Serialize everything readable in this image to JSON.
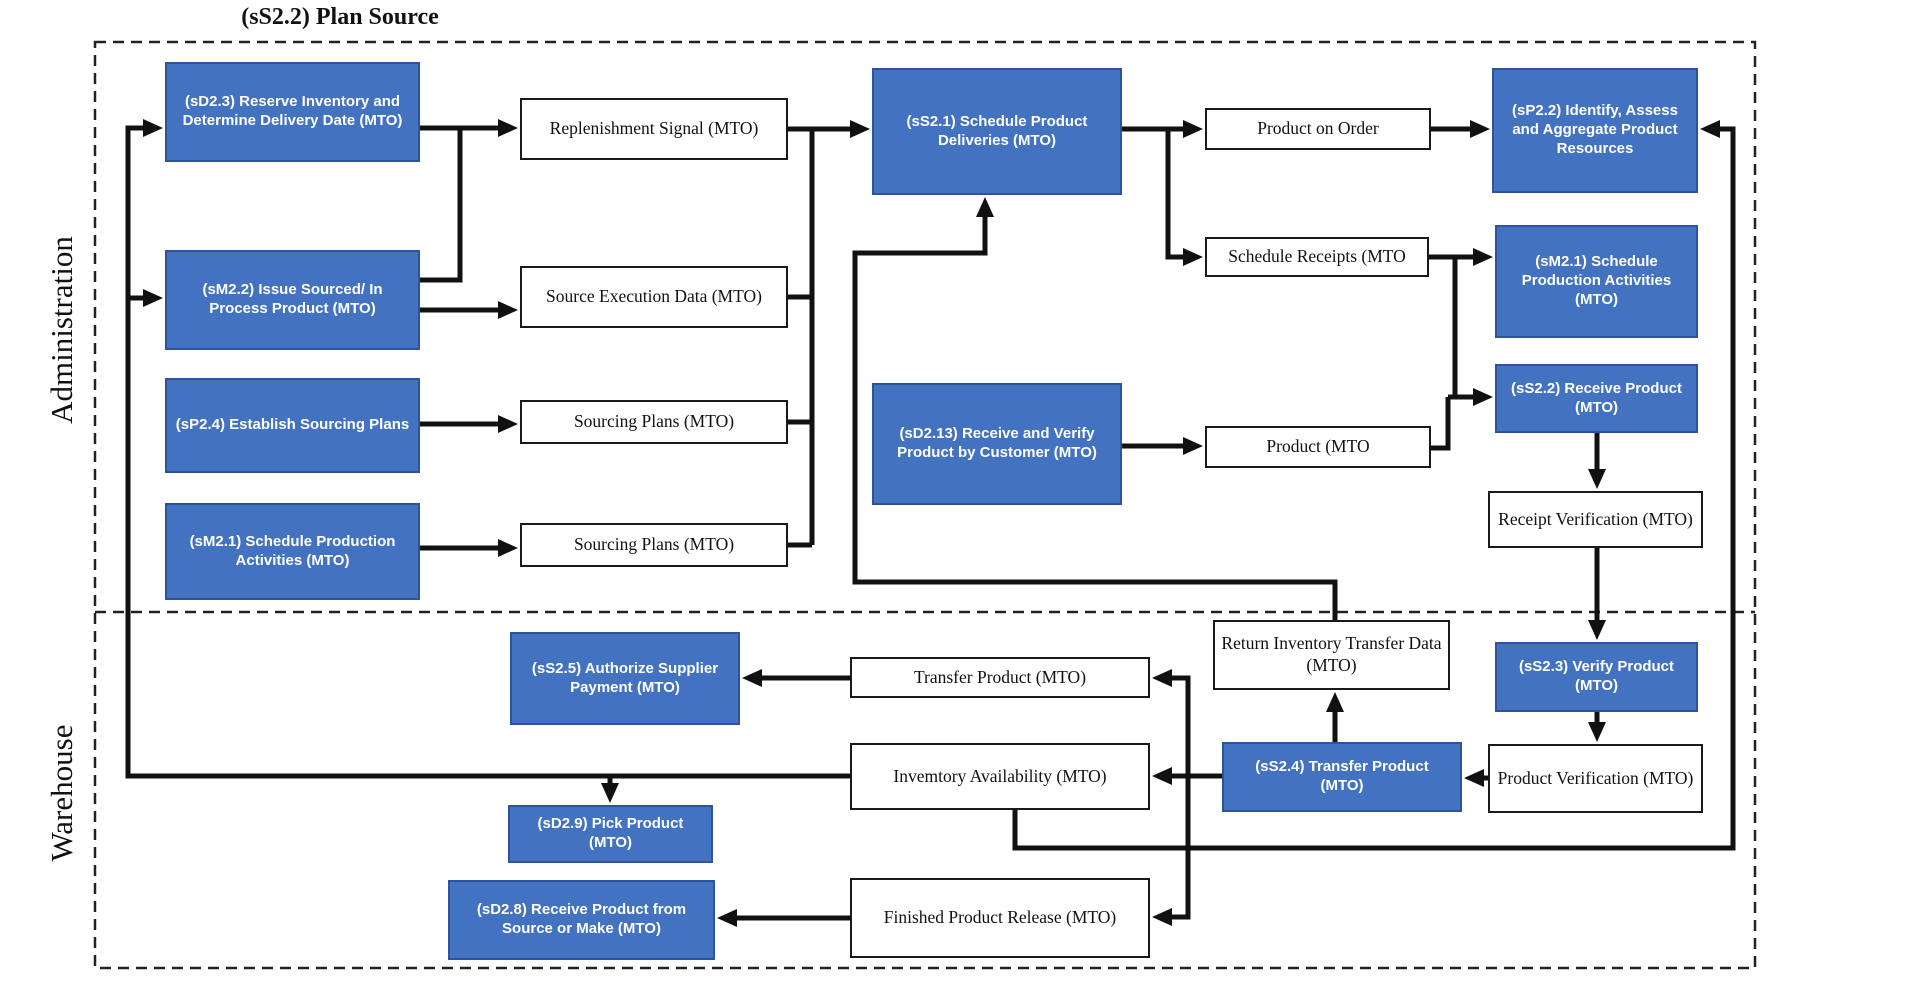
{
  "title": "(sS2.2) Plan Source",
  "lanes": [
    {
      "id": "administration",
      "label": "Administration"
    },
    {
      "id": "warehouse",
      "label": "Warehouse"
    }
  ],
  "colors": {
    "process_fill": "#4372c0",
    "process_border": "#2c539b",
    "data_fill": "#ffffff",
    "data_border": "#1a1a1a",
    "line": "#111111",
    "lane_border": "#222222"
  },
  "nodes": [
    {
      "id": "sd2-3",
      "kind": "process",
      "label": "(sD2.3) Reserve Inventory and Determine Delivery Date (MTO)"
    },
    {
      "id": "sm2-2",
      "kind": "process",
      "label": "(sM2.2) Issue Sourced/ In Process Product (MTO)"
    },
    {
      "id": "sp2-4",
      "kind": "process",
      "label": "(sP2.4) Establish Sourcing Plans"
    },
    {
      "id": "sm2-1-left",
      "kind": "process",
      "label": "(sM2.1) Schedule Production Activities (MTO)"
    },
    {
      "id": "replenishment-signal",
      "kind": "data",
      "label": "Replenishment Signal (MTO)"
    },
    {
      "id": "source-execution-data",
      "kind": "data",
      "label": "Source Execution Data (MTO)"
    },
    {
      "id": "sourcing-plans-1",
      "kind": "data",
      "label": "Sourcing Plans (MTO)"
    },
    {
      "id": "sourcing-plans-2",
      "kind": "data",
      "label": "Sourcing Plans (MTO)"
    },
    {
      "id": "ss2-1",
      "kind": "process",
      "label": "(sS2.1) Schedule Product Deliveries (MTO)"
    },
    {
      "id": "sd2-13",
      "kind": "process",
      "label": "(sD2.13) Receive and Verify Product by Customer (MTO)"
    },
    {
      "id": "product-on-order",
      "kind": "data",
      "label": "Product on Order"
    },
    {
      "id": "schedule-receipts",
      "kind": "data",
      "label": "Schedule Receipts (MTO"
    },
    {
      "id": "product-mto",
      "kind": "data",
      "label": "Product (MTO"
    },
    {
      "id": "sp2-2",
      "kind": "process",
      "label": "(sP2.2) Identify, Assess and Aggregate Product Resources"
    },
    {
      "id": "sm2-1-right",
      "kind": "process",
      "label": "(sM2.1) Schedule Production Activities (MTO)"
    },
    {
      "id": "ss2-2-receive",
      "kind": "process",
      "label": "(sS2.2) Receive Product (MTO)"
    },
    {
      "id": "receipt-verification",
      "kind": "data",
      "label": "Receipt Verification (MTO)"
    },
    {
      "id": "ss2-3",
      "kind": "process",
      "label": "(sS2.3) Verify Product (MTO)"
    },
    {
      "id": "product-verification",
      "kind": "data",
      "label": "Product Verification (MTO)"
    },
    {
      "id": "return-inventory-transfer-data",
      "kind": "data",
      "label": "Return Inventory Transfer Data (MTO)"
    },
    {
      "id": "ss2-4",
      "kind": "process",
      "label": "(sS2.4) Transfer Product (MTO)"
    },
    {
      "id": "transfer-product",
      "kind": "data",
      "label": "Transfer Product (MTO)"
    },
    {
      "id": "inventory-availability",
      "kind": "data",
      "label": "Invemtory Availability (MTO)"
    },
    {
      "id": "finished-product-release",
      "kind": "data",
      "label": "Finished Product Release (MTO)"
    },
    {
      "id": "ss2-5",
      "kind": "process",
      "label": "(sS2.5) Authorize Supplier Payment (MTO)"
    },
    {
      "id": "sd2-9",
      "kind": "process",
      "label": "(sD2.9) Pick Product (MTO)"
    },
    {
      "id": "sd2-8",
      "kind": "process",
      "label": "(sD2.8) Receive Product from Source or Make (MTO)"
    }
  ],
  "edges": [
    {
      "from": "inventory-availability",
      "to": "sd2-3"
    },
    {
      "from": "inventory-availability",
      "to": "sm2-2"
    },
    {
      "from": "inventory-availability",
      "to": "sd2-9"
    },
    {
      "from": "inventory-availability",
      "to": "sp2-2"
    },
    {
      "from": "sd2-3",
      "to": "replenishment-signal"
    },
    {
      "from": "sm2-2",
      "to": "replenishment-signal"
    },
    {
      "from": "sm2-2",
      "to": "source-execution-data"
    },
    {
      "from": "sp2-4",
      "to": "sourcing-plans-1"
    },
    {
      "from": "sm2-1-left",
      "to": "sourcing-plans-2"
    },
    {
      "from": "replenishment-signal",
      "to": "ss2-1"
    },
    {
      "from": "source-execution-data",
      "to": "ss2-1"
    },
    {
      "from": "sourcing-plans-1",
      "to": "ss2-1"
    },
    {
      "from": "sourcing-plans-2",
      "to": "ss2-1"
    },
    {
      "from": "ss2-1",
      "to": "product-on-order"
    },
    {
      "from": "ss2-1",
      "to": "schedule-receipts"
    },
    {
      "from": "product-on-order",
      "to": "sp2-2"
    },
    {
      "from": "schedule-receipts",
      "to": "sm2-1-right"
    },
    {
      "from": "schedule-receipts",
      "to": "ss2-2-receive"
    },
    {
      "from": "sd2-13",
      "to": "product-mto"
    },
    {
      "from": "product-mto",
      "to": "ss2-2-receive"
    },
    {
      "from": "ss2-2-receive",
      "to": "receipt-verification"
    },
    {
      "from": "receipt-verification",
      "to": "ss2-3"
    },
    {
      "from": "ss2-3",
      "to": "product-verification"
    },
    {
      "from": "product-verification",
      "to": "ss2-4"
    },
    {
      "from": "ss2-4",
      "to": "inventory-availability"
    },
    {
      "from": "ss2-4",
      "to": "return-inventory-transfer-data"
    },
    {
      "from": "return-inventory-transfer-data",
      "to": "ss2-1"
    },
    {
      "from": "ss2-4",
      "to": "transfer-product"
    },
    {
      "from": "ss2-4",
      "to": "finished-product-release"
    },
    {
      "from": "transfer-product",
      "to": "ss2-5"
    },
    {
      "from": "finished-product-release",
      "to": "sd2-8"
    }
  ]
}
